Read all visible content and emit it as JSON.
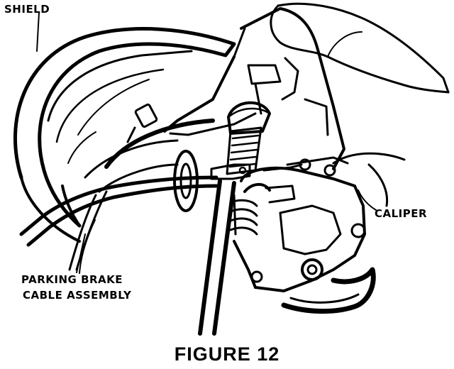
{
  "labels": {
    "shield": "SHIELD",
    "caliper": "CALIPER",
    "parking_brake_line1": "PARKING BRAKE",
    "parking_brake_line2": "CABLE ASSEMBLY"
  },
  "caption": "FIGURE 12"
}
